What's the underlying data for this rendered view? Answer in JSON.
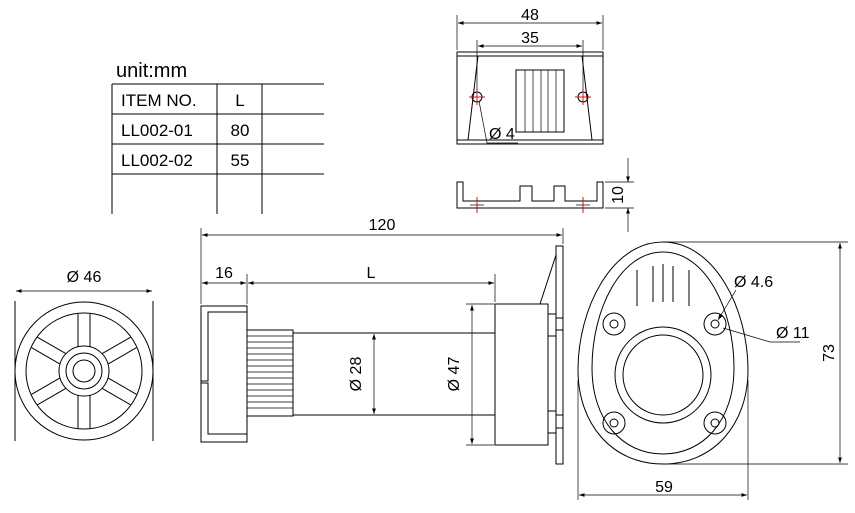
{
  "unit_label": "unit:mm",
  "table": {
    "headers": [
      "ITEM NO.",
      "L"
    ],
    "rows": [
      {
        "item": "LL002-01",
        "l": "80"
      },
      {
        "item": "LL002-02",
        "l": "55"
      }
    ]
  },
  "dimensions": {
    "top_width_outer": "48",
    "top_width_inner": "35",
    "hole_dia": "Ø 4",
    "side_height": "10",
    "front_dia": "Ø 46",
    "total_length": "120",
    "flange_len": "16",
    "var_len": "L",
    "shaft_dia": "Ø 28",
    "sleeve_dia": "Ø 47",
    "small_hole": "Ø 4.6",
    "large_hole": "Ø 11",
    "base_height": "73",
    "base_width": "59"
  },
  "colors": {
    "line": "#000000",
    "centerline": "#d40000",
    "background": "#ffffff"
  }
}
